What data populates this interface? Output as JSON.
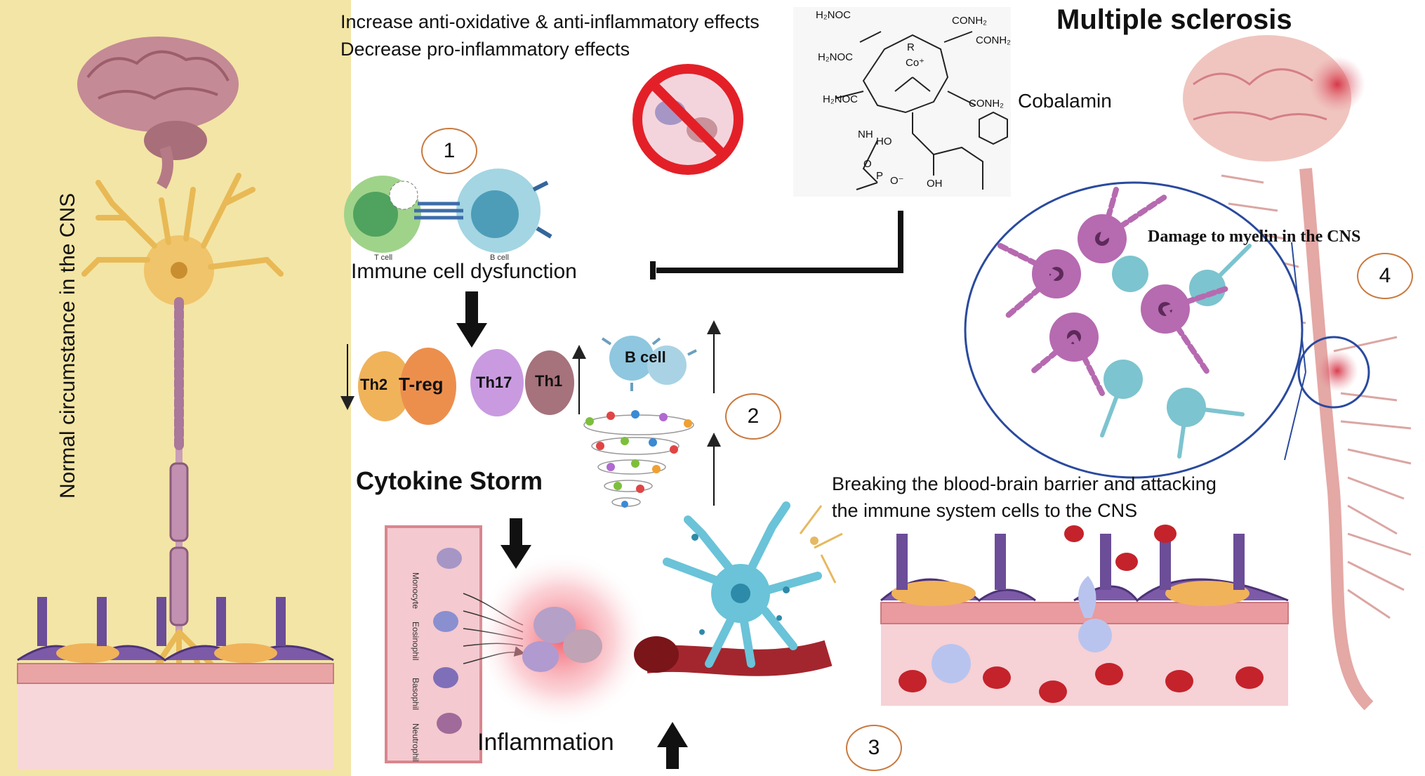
{
  "title": "Multiple sclerosis",
  "normal_label": "Normal circumstance in the CNS",
  "effects_line1": "Increase anti-oxidative & anti-inflammatory effects",
  "effects_line2": "Decrease pro-inflammatory effects",
  "cobalamin_label": "Cobalamin",
  "immune_dysfunction": "Immune cell dysfunction",
  "t_cell_label": "T cell",
  "b_cell_small_label": "B cell",
  "cells": {
    "th2": "Th2",
    "treg": "T-reg",
    "th17": "Th17",
    "th1": "Th1",
    "b_cell": "B cell"
  },
  "cytokine_storm": "Cytokine Storm",
  "inflammation": "Inflammation",
  "vessel_labels": {
    "monocyte": "Monocyte",
    "eosinophil": "Eosinophil",
    "basophil": "Basophil",
    "neutrophil": "Neutrophil"
  },
  "bbb_line1": "Breaking the blood-brain barrier and attacking",
  "bbb_line2": "the immune system cells to the CNS",
  "myelin_damage": "Damage to myelin in the CNS",
  "molecule": {
    "h2noc_1": "H₂NOC",
    "conh2_1": "CONH₂",
    "conh2_2": "CONH₂",
    "h2noc_2": "H₂NOC",
    "r": "R",
    "co": "Co⁺",
    "h2noc_3": "H₂NOC",
    "conh2_3": "CONH₂",
    "nh": "NH",
    "ho": "HO",
    "oh": "OH",
    "o": "O",
    "p": "P",
    "o_minus": "O⁻"
  },
  "steps": [
    "1",
    "2",
    "3",
    "4"
  ],
  "colors": {
    "left_panel": "#f3e5a5",
    "brain": "#c48a95",
    "neuron": "#f0c46a",
    "myelin_cell_pink": "#b66ab0",
    "myelin_cell_cyan": "#7cc4cf",
    "blood_red": "#c4232b",
    "arrow": "#111111"
  }
}
